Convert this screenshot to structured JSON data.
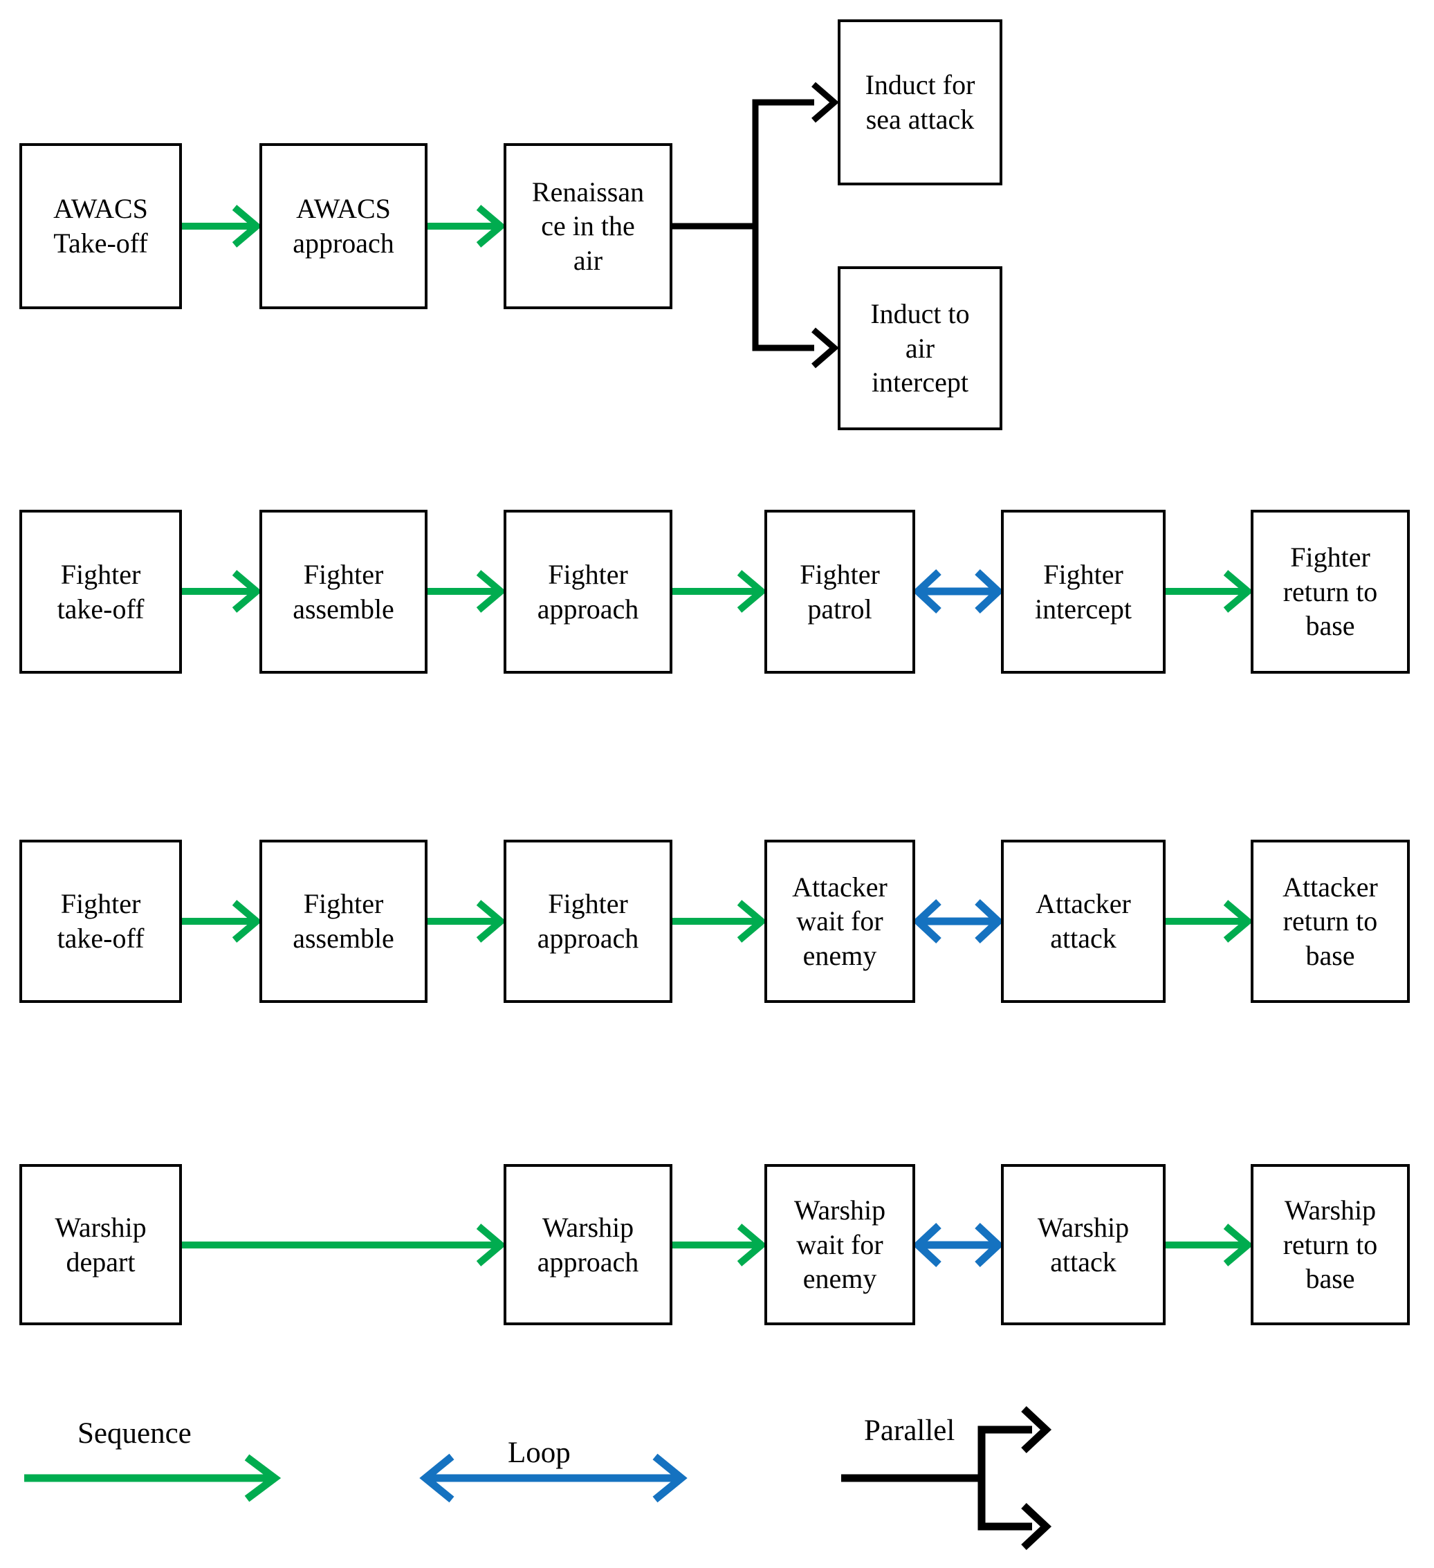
{
  "colors": {
    "sequence": "#00AC4F",
    "loop": "#1572C0",
    "parallel": "#000000",
    "border": "#000000",
    "text": "#000000",
    "background": "#ffffff"
  },
  "rows": [
    {
      "id": "awacs",
      "nodes": [
        "AWACS\nTake-off",
        "AWACS\napproach",
        "Renaissan\nce in the\nair",
        "Induct for\nsea attack",
        "Induct to\nair\nintercept"
      ]
    },
    {
      "id": "fighter-intercept",
      "nodes": [
        "Fighter\ntake-off",
        "Fighter\nassemble",
        "Fighter\napproach",
        "Fighter\npatrol",
        "Fighter\nintercept",
        "Fighter\nreturn to\nbase"
      ]
    },
    {
      "id": "fighter-attack",
      "nodes": [
        "Fighter\ntake-off",
        "Fighter\nassemble",
        "Fighter\napproach",
        "Attacker\nwait for\nenemy",
        "Attacker\nattack",
        "Attacker\nreturn to\nbase"
      ]
    },
    {
      "id": "warship",
      "nodes": [
        "Warship\ndepart",
        "Warship\napproach",
        "Warship\nwait for\nenemy",
        "Warship\nattack",
        "Warship\nreturn to\nbase"
      ]
    }
  ],
  "connections": [
    {
      "from": "AWACS Take-off",
      "to": "AWACS approach",
      "type": "sequence"
    },
    {
      "from": "AWACS approach",
      "to": "Renaissance in the air",
      "type": "sequence"
    },
    {
      "from": "Renaissance in the air",
      "to": "Induct for sea attack",
      "type": "parallel"
    },
    {
      "from": "Renaissance in the air",
      "to": "Induct to air intercept",
      "type": "parallel"
    },
    {
      "from": "Fighter take-off",
      "to": "Fighter assemble",
      "type": "sequence"
    },
    {
      "from": "Fighter assemble",
      "to": "Fighter approach",
      "type": "sequence"
    },
    {
      "from": "Fighter approach",
      "to": "Fighter patrol",
      "type": "sequence"
    },
    {
      "from": "Fighter patrol",
      "to": "Fighter intercept",
      "type": "loop"
    },
    {
      "from": "Fighter intercept",
      "to": "Fighter return to base",
      "type": "sequence"
    },
    {
      "from": "Fighter take-off",
      "to": "Fighter assemble",
      "type": "sequence"
    },
    {
      "from": "Fighter assemble",
      "to": "Fighter approach",
      "type": "sequence"
    },
    {
      "from": "Fighter approach",
      "to": "Attacker wait for enemy",
      "type": "sequence"
    },
    {
      "from": "Attacker wait for enemy",
      "to": "Attacker attack",
      "type": "loop"
    },
    {
      "from": "Attacker attack",
      "to": "Attacker return to base",
      "type": "sequence"
    },
    {
      "from": "Warship depart",
      "to": "Warship approach",
      "type": "sequence"
    },
    {
      "from": "Warship approach",
      "to": "Warship wait for enemy",
      "type": "sequence"
    },
    {
      "from": "Warship wait for enemy",
      "to": "Warship attack",
      "type": "loop"
    },
    {
      "from": "Warship attack",
      "to": "Warship return to base",
      "type": "sequence"
    }
  ],
  "legend": {
    "sequence": "Sequence",
    "loop": "Loop",
    "parallel": "Parallel"
  }
}
